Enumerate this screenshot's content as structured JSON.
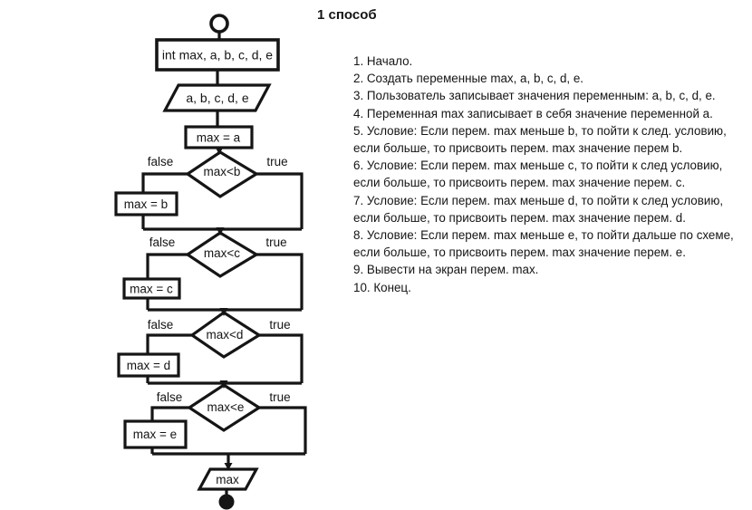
{
  "title": "1 способ",
  "colors": {
    "ink": "#151515",
    "background": "#ffffff"
  },
  "flowchart": {
    "declare": "int max, a, b, c, d, e",
    "input": "a, b, c, d, e",
    "assign_first": "max = a",
    "decisions": [
      {
        "condition": "max<b",
        "false_label": "false",
        "true_label": "true",
        "assign": "max = b"
      },
      {
        "condition": "max<c",
        "false_label": "false",
        "true_label": "true",
        "assign": "max = c"
      },
      {
        "condition": "max<d",
        "false_label": "false",
        "true_label": "true",
        "assign": "max = d"
      },
      {
        "condition": "max<e",
        "false_label": "false",
        "true_label": "true",
        "assign": "max = e"
      }
    ],
    "output": "max"
  },
  "steps": [
    "1. Начало.",
    "2. Создать переменные max, a, b, c, d, e.",
    "3. Пользователь записывает значения переменным: a, b, c, d, e.",
    "4. Переменная max записывает в себя значение переменной a.",
    "5. Условие: Если перем. max меньше b, то пойти к след. условию,",
    "если больше, то присвоить перем. max значение перем b.",
    "6. Условие: Если перем. max меньше c, то пойти к след условию,",
    "если больше, то присвоить перем. max значение перем. c.",
    "7. Условие: Если перем. max меньше d, то пойти к след условию,",
    "если больше, то присвоить перем. max значение перем. d.",
    "8. Условие: Если перем. max меньше e, то пойти дальше по схеме,",
    "если больше, то присвоить перем. max значение перем. e.",
    "9. Вывести на экран перем. max.",
    "10. Конец."
  ]
}
